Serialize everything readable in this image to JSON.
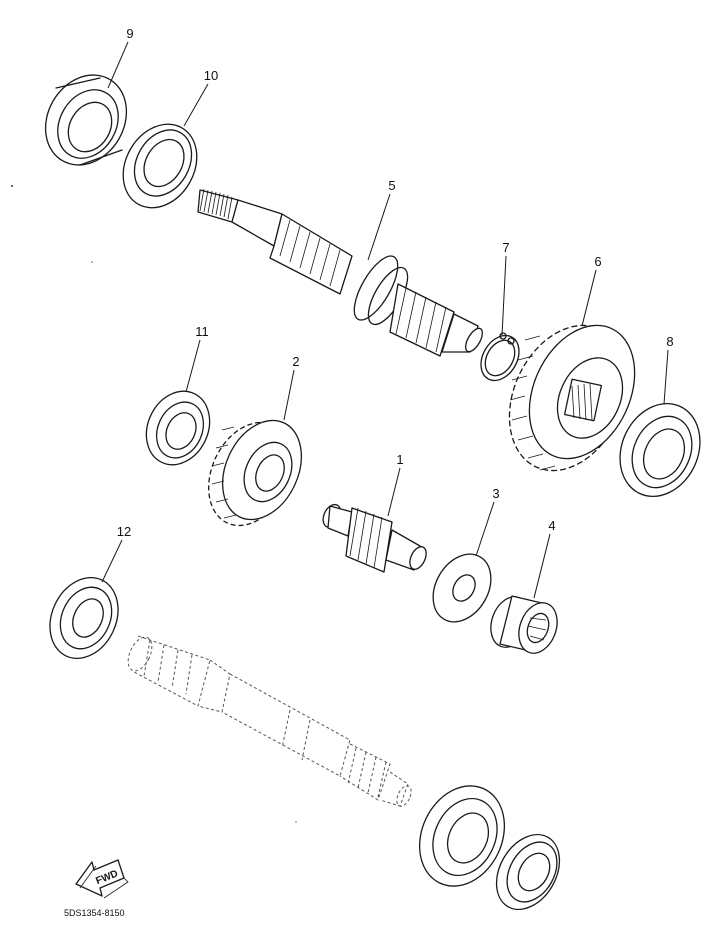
{
  "diagram": {
    "part_numbers": [
      "1",
      "2",
      "3",
      "4",
      "5",
      "6",
      "7",
      "8",
      "9",
      "10",
      "11",
      "12"
    ],
    "fwd_label": "FWD",
    "drawing_code": "5DS1354-8150"
  },
  "colors": {
    "line": "#1a1a1a",
    "background": "#ffffff"
  },
  "icons": {
    "forward": "fwd-arrow-icon"
  }
}
